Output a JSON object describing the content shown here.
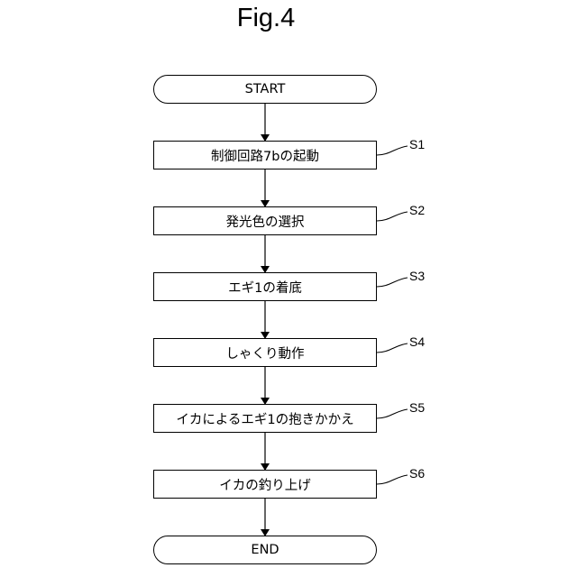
{
  "figure": {
    "title": "Fig.4"
  },
  "flow": {
    "start": "START",
    "end": "END",
    "steps": [
      {
        "id": "S1",
        "text": "制御回路7bの起動"
      },
      {
        "id": "S2",
        "text": "発光色の選択"
      },
      {
        "id": "S3",
        "text": "エギ1の着底"
      },
      {
        "id": "S4",
        "text": "しゃくり動作"
      },
      {
        "id": "S5",
        "text": "イカによるエギ1の抱きかかえ"
      },
      {
        "id": "S6",
        "text": "イカの釣り上げ"
      }
    ]
  }
}
